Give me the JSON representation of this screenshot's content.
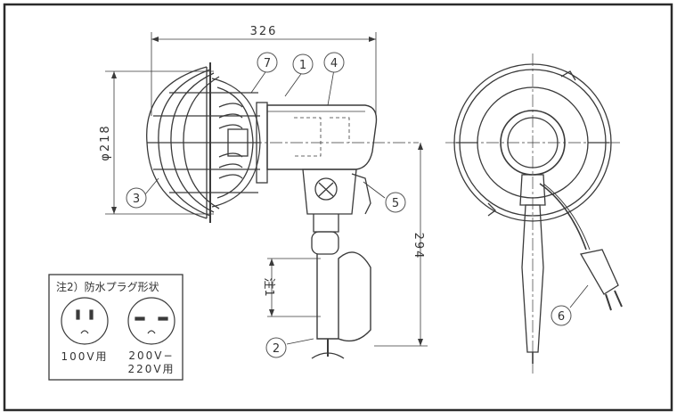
{
  "dimensions": {
    "width": "326",
    "diameter": "φ218",
    "height": "294",
    "note_range": "注1"
  },
  "callouts": {
    "c1": "1",
    "c2": "2",
    "c3": "3",
    "c4": "4",
    "c5": "5",
    "c6": "6",
    "c7": "7"
  },
  "legend": {
    "title": "注2）防水プラグ形状",
    "plug_100": "100V用",
    "plug_200_line1": "200V−",
    "plug_200_line2": "220V用"
  },
  "colors": {
    "line": "#3a3a3a",
    "thin": "#666666",
    "frame": "#2b2b2b"
  }
}
